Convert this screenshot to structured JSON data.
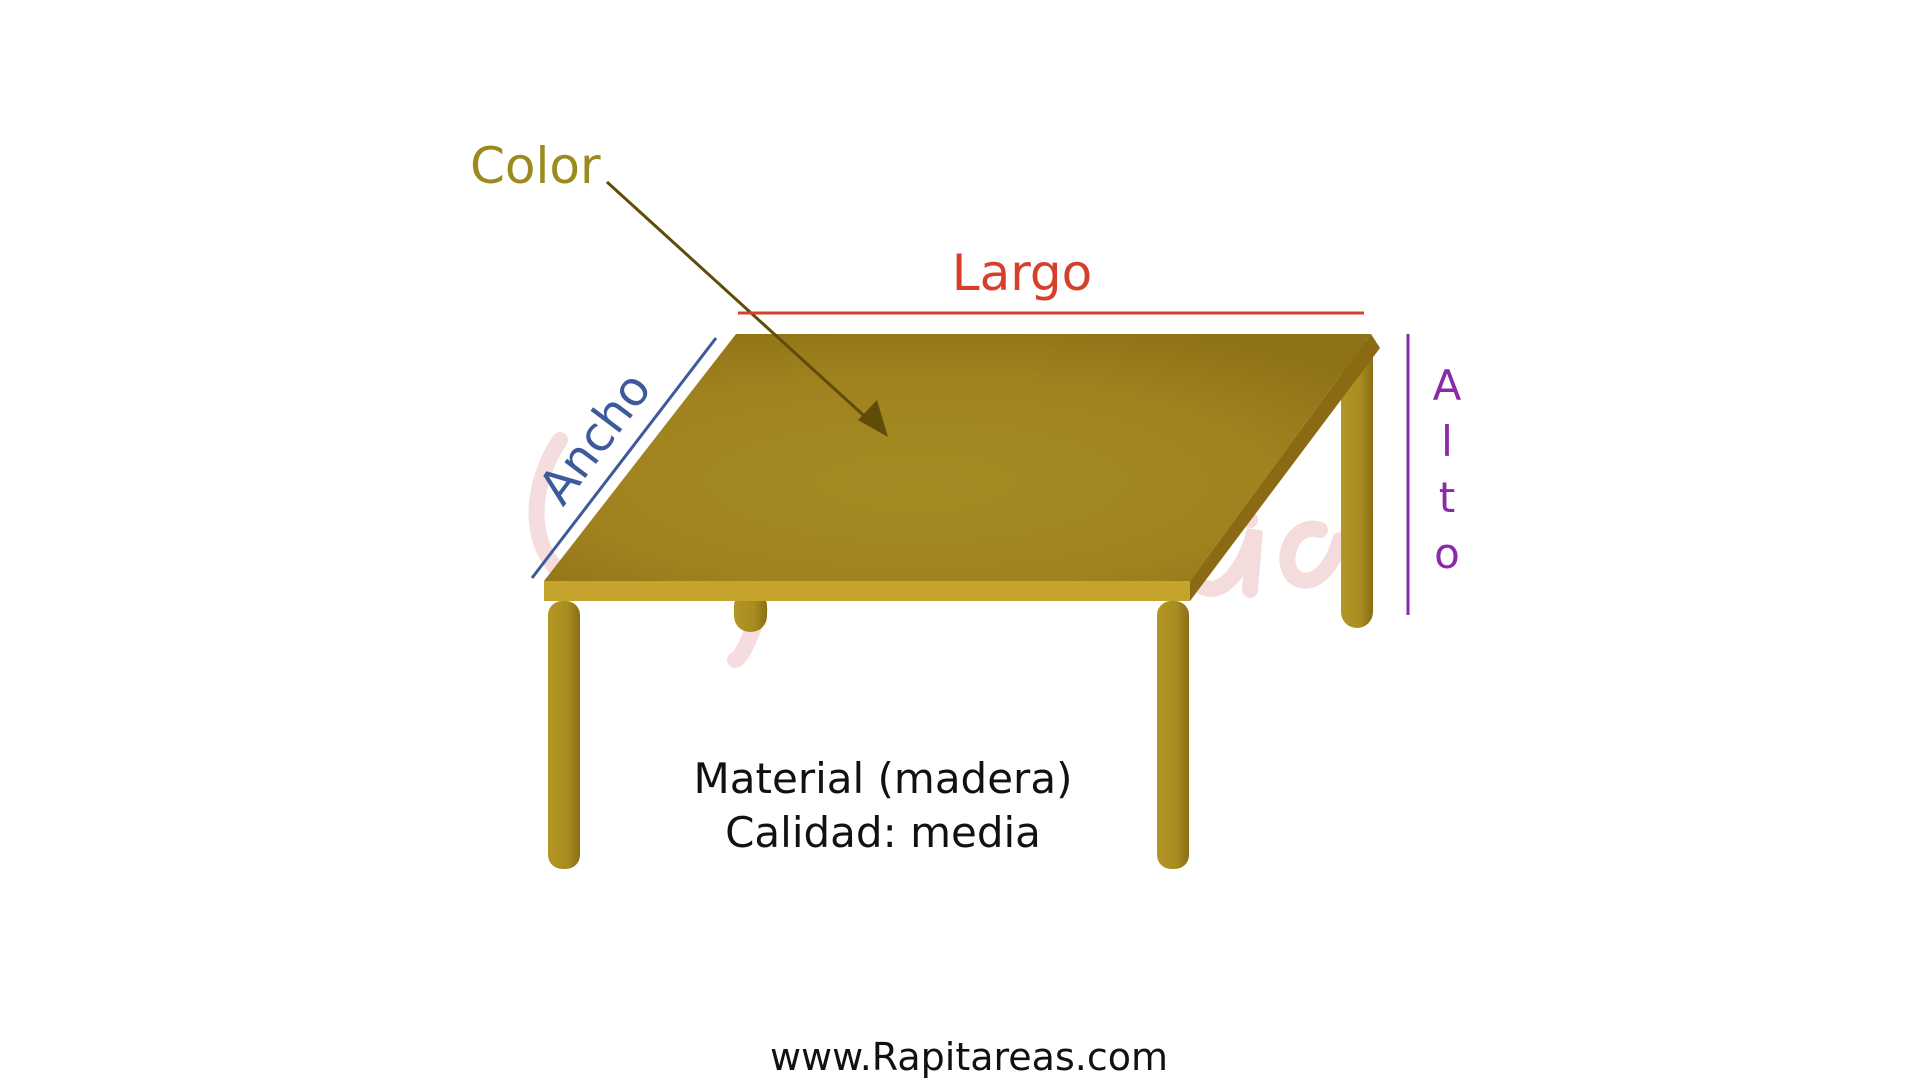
{
  "labels": {
    "color": "Color",
    "largo": "Largo",
    "ancho": "Ancho",
    "alto_letters": [
      "A",
      "l",
      "t",
      "o"
    ],
    "material": "Material (madera)",
    "calidad": "Calidad: media",
    "website": "www.Rapitareas.com"
  },
  "watermark": "Rapitareas",
  "colors": {
    "color_label": "#9c8a1e",
    "largo": "#d6402a",
    "ancho": "#3d5a9a",
    "alto": "#8a2aa8",
    "table_top": "#a0821f",
    "table_edge": "#c4a42c",
    "arrow": "#5e4c08",
    "text": "#111111"
  }
}
